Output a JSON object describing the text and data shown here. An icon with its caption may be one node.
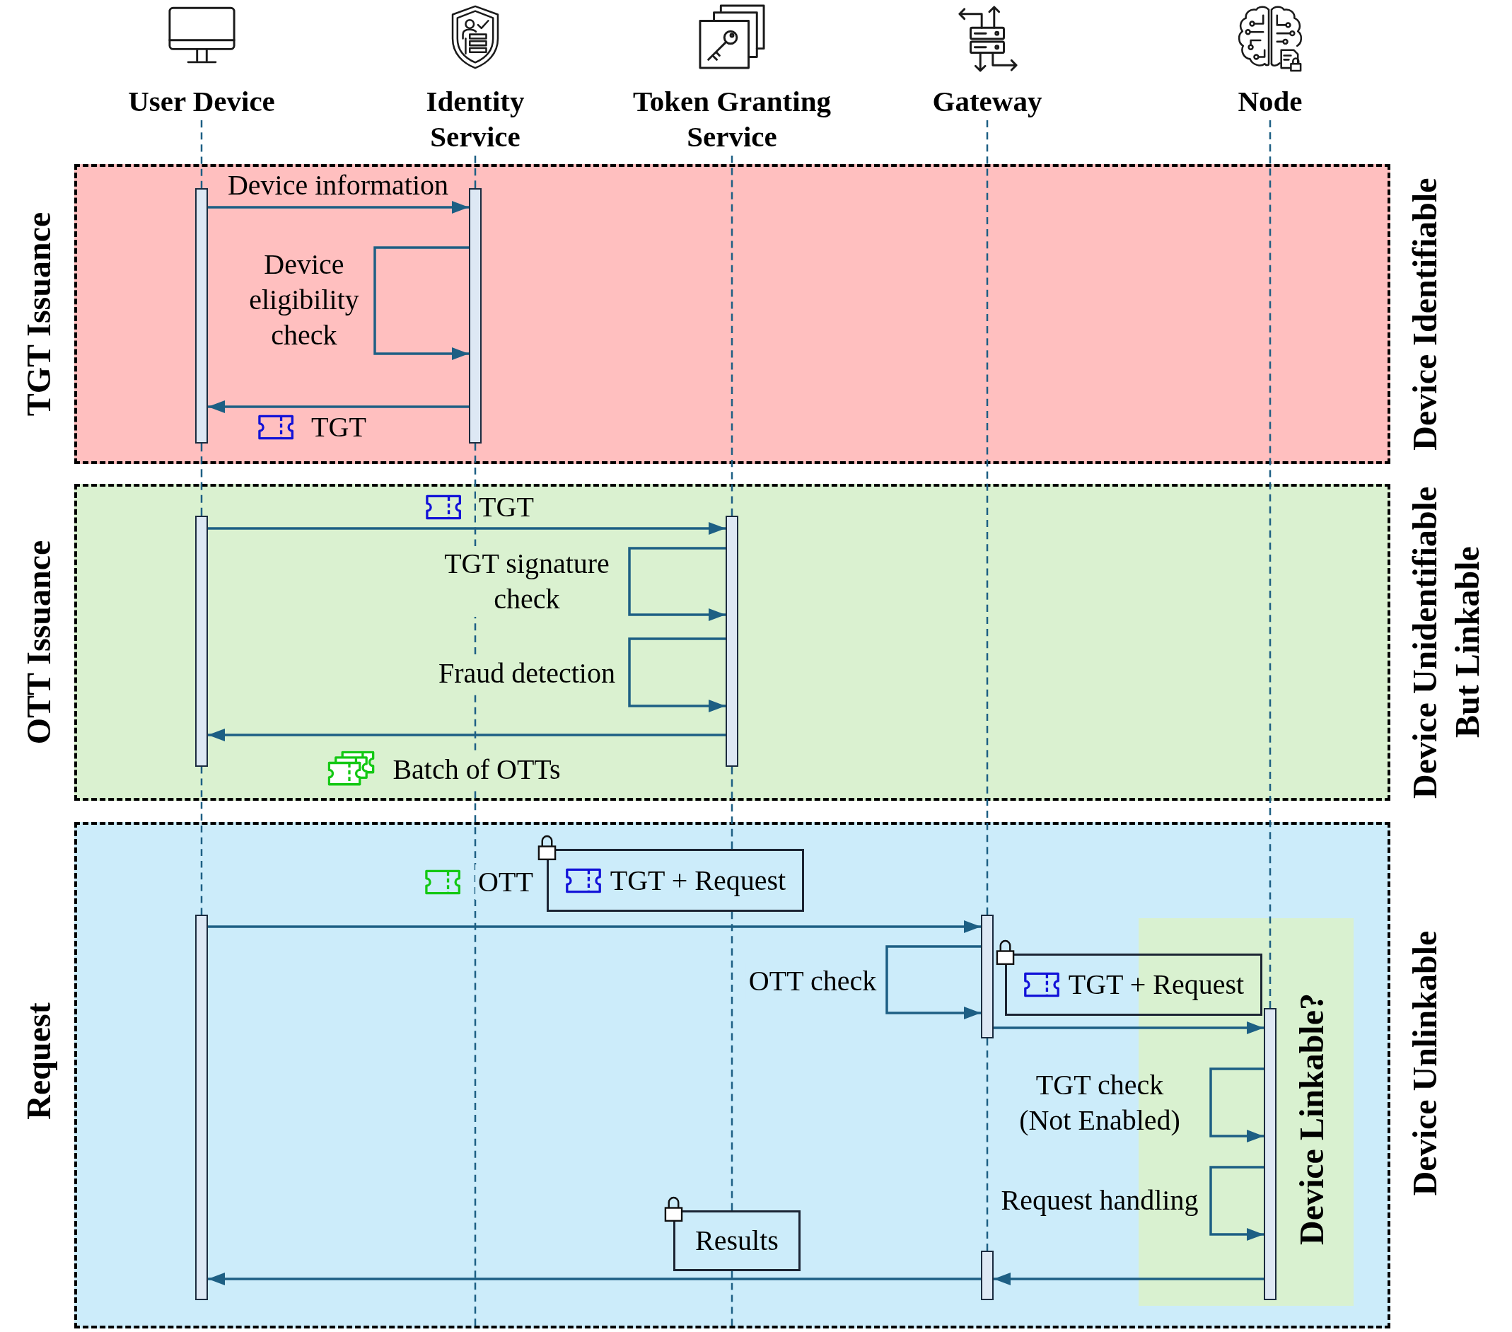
{
  "diagram": {
    "nodes": [
      {
        "text": [
          "User Device"
        ]
      },
      {
        "text": [
          "Identity Service"
        ]
      },
      {
        "text": [
          "Token Granting Service"
        ]
      },
      {
        "text": [
          "Gateway"
        ]
      },
      {
        "text": [
          "Node"
        ]
      },
      {
        "text": [
          "TGT Issuance"
        ],
        "beside": [
          "Device Identifiable"
        ]
      },
      {
        "text": [],
        "shape": "bar",
        "in": 5
      },
      {
        "text": [],
        "shape": "bar",
        "in": 5
      },
      {
        "text": [
          "OTT Issuance"
        ],
        "beside": [
          "Device Unidentifiable But Linkable"
        ]
      },
      {
        "text": [],
        "shape": "bar",
        "in": 8
      },
      {
        "text": [],
        "shape": "bar",
        "in": 8
      },
      {
        "text": [
          "Request"
        ],
        "beside": [
          "Device Unlinkable"
        ]
      },
      {
        "text": [
          "TGT + Request"
        ],
        "in": 11
      },
      {
        "text": [],
        "shape": "bar",
        "in": 11
      },
      {
        "text": [],
        "shape": "bar",
        "in": 11
      },
      {
        "text": [
          "Device Linkable?"
        ],
        "in": 11
      },
      {
        "text": [
          "TGT + Request"
        ],
        "in": 11
      },
      {
        "text": [],
        "shape": "bar",
        "in": 15
      },
      {
        "text": [
          "Results"
        ],
        "in": 11
      },
      {
        "text": [],
        "shape": "bar",
        "in": 11
      }
    ],
    "edges": [
      {
        "from": 6,
        "to": 7,
        "arrow": "to",
        "label": "Device information"
      },
      {
        "from": 7,
        "to": 7,
        "arrow": "to",
        "label": "Device eligibility check"
      },
      {
        "from": 7,
        "to": 6,
        "arrow": "to",
        "label": "TGT"
      },
      {
        "from": 9,
        "to": 10,
        "arrow": "to",
        "label": "TGT"
      },
      {
        "from": 10,
        "to": 10,
        "arrow": "to",
        "label": "TGT signature check"
      },
      {
        "from": 10,
        "to": 10,
        "arrow": "to",
        "label": "Fraud detection"
      },
      {
        "from": 10,
        "to": 9,
        "arrow": "to",
        "label": "Batch of OTTs"
      },
      {
        "from": 13,
        "to": 14,
        "arrow": "to",
        "label": "OTT"
      },
      {
        "from": 14,
        "to": 14,
        "arrow": "to",
        "label": "OTT check"
      },
      {
        "from": 14,
        "to": 17,
        "arrow": "to"
      },
      {
        "from": 17,
        "to": 17,
        "arrow": "to",
        "label": "TGT check (Not Enabled)"
      },
      {
        "from": 17,
        "to": 17,
        "arrow": "to",
        "label": "Request handling"
      },
      {
        "from": 17,
        "to": 19,
        "arrow": "to"
      },
      {
        "from": 19,
        "to": 13,
        "arrow": "to"
      },
      {
        "from": 0,
        "to": 6,
        "arrow": "none",
        "style": "dashed"
      },
      {
        "from": 6,
        "to": 9,
        "arrow": "none",
        "style": "dashed"
      },
      {
        "from": 9,
        "to": 13,
        "arrow": "none",
        "style": "dashed"
      },
      {
        "from": 1,
        "to": 7,
        "arrow": "none",
        "style": "dashed"
      },
      {
        "from": 7,
        "to": 11,
        "arrow": "none",
        "style": "dashed"
      },
      {
        "from": 2,
        "to": 10,
        "arrow": "none",
        "style": "dashed"
      },
      {
        "from": 10,
        "to": 12,
        "arrow": "none",
        "style": "dashed"
      },
      {
        "from": 12,
        "to": 18,
        "arrow": "none",
        "style": "dashed"
      },
      {
        "from": 18,
        "to": 11,
        "arrow": "none",
        "style": "dashed"
      },
      {
        "from": 3,
        "to": 14,
        "arrow": "none",
        "style": "dashed"
      },
      {
        "from": 14,
        "to": 19,
        "arrow": "none",
        "style": "dashed"
      },
      {
        "from": 4,
        "to": 17,
        "arrow": "none",
        "style": "dashed"
      }
    ]
  }
}
